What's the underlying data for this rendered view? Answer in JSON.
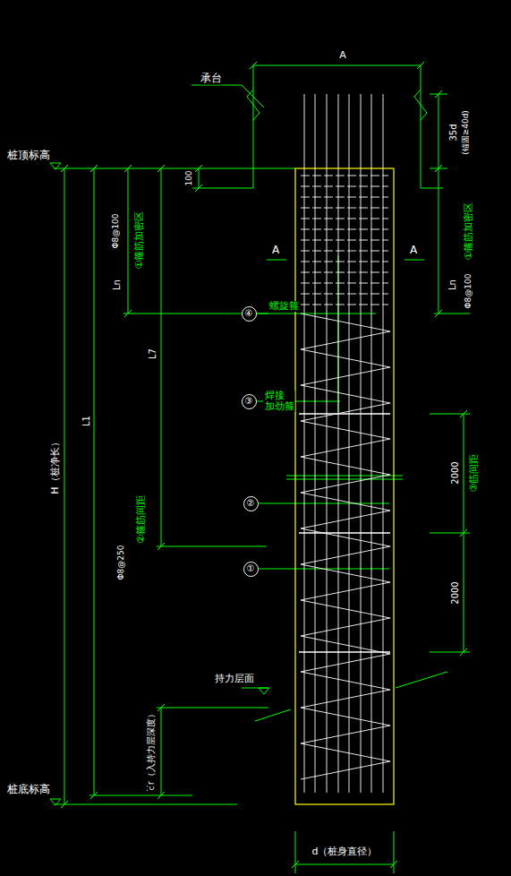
{
  "diagram": {
    "nodes": [
      {
        "text": [
          "④"
        ]
      },
      {
        "text": [
          "③"
        ]
      },
      {
        "text": [
          "②"
        ]
      },
      {
        "text": [
          "①"
        ]
      }
    ],
    "labels": [
      "承台",
      "A",
      "桩顶标高",
      "100",
      "35d",
      "(锚固≥40d)",
      "A",
      "A",
      "Ln",
      "Φ8@100",
      "①箍筋加密区",
      "螺旋箍",
      "焊接 加劲箍",
      "L7",
      "L1",
      "H（桩净长）",
      "Φ8@250",
      "②箍筋间距",
      "2000",
      "③筋间距",
      "2000",
      "Ln",
      "①箍筋加密区",
      "Φ8@100",
      "持力层面",
      "Hr（入持力层深度）",
      "c",
      "桩底标高",
      "d（桩身直径）"
    ]
  }
}
